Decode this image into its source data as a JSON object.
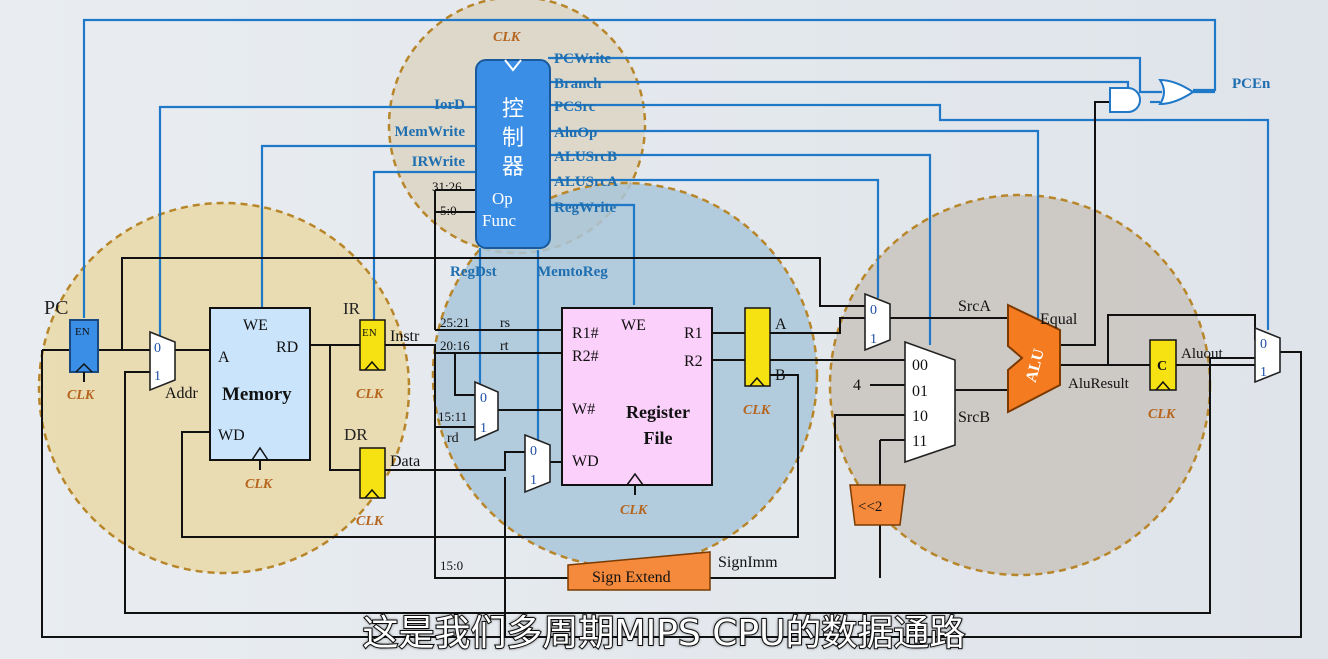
{
  "control_unit": {
    "name_chars": [
      "控",
      "制",
      "器"
    ],
    "op_label": "Op",
    "func_label": "Func",
    "clk": "CLK",
    "left_outputs": [
      "IorD",
      "MemWrite",
      "IRWrite"
    ],
    "right_outputs": [
      "PCWrite",
      "Branch",
      "PCSrc",
      "AluOp",
      "ALUSrcB",
      "ALUSrcA",
      "RegWrite"
    ],
    "bottom_outputs": [
      "RegDst",
      "MemtoReg"
    ],
    "field_labels": [
      "31:26",
      "5:0"
    ]
  },
  "gates": {
    "pcen_label": "PCEn"
  },
  "pc": {
    "label": "PC",
    "en": "EN",
    "clk": "CLK"
  },
  "memory": {
    "title": "Memory",
    "we": "WE",
    "a": "A",
    "rd": "RD",
    "wd": "WD",
    "clk": "CLK",
    "addr_label": "Addr"
  },
  "ir": {
    "label": "IR",
    "en": "EN",
    "out_label": "Instr",
    "clk": "CLK"
  },
  "dr": {
    "label": "DR",
    "out_label": "Data",
    "clk": "CLK"
  },
  "instr_fields": [
    "25:21",
    "20:16",
    "15:11",
    "15:0"
  ],
  "reg_names": [
    "rs",
    "rt",
    "rd"
  ],
  "register_file": {
    "title_line1": "Register",
    "title_line2": "File",
    "r1n": "R1#",
    "r2n": "R2#",
    "wn": "W#",
    "wd": "WD",
    "we": "WE",
    "r1": "R1",
    "r2": "R2",
    "clk": "CLK"
  },
  "ab_regs": {
    "a": "A",
    "b": "B",
    "clk": "CLK"
  },
  "mux_inputs": {
    "zero": "0",
    "one": "1"
  },
  "srcb_mux": {
    "in0": "00",
    "in1": "01",
    "in2": "10",
    "in3": "11",
    "const4": "4"
  },
  "alu": {
    "name": "ALU",
    "src_a": "SrcA",
    "src_b": "SrcB",
    "equal": "Equal",
    "result": "AluResult"
  },
  "c_reg": {
    "name": "C",
    "out_label": "Aluout",
    "clk": "CLK"
  },
  "shift": {
    "label": "<<2"
  },
  "sign_extend": {
    "label": "Sign Extend",
    "out_label": "SignImm"
  },
  "caption": "这是我们多周期MIPS CPU的数据通路",
  "colors": {
    "control_blue": "#3a8ee6",
    "wire_blue": "#1f78c8",
    "register_yellow": "#f6e212",
    "memory_blue": "#c9e4fb",
    "regfile_pink": "#fbd0fb",
    "alu_orange": "#f47b20",
    "signext_orange": "#f58a3c",
    "zone_tan": "#e9d9a8",
    "zone_blue": "#a9c6d9",
    "zone_gray": "#c9c4c0"
  }
}
